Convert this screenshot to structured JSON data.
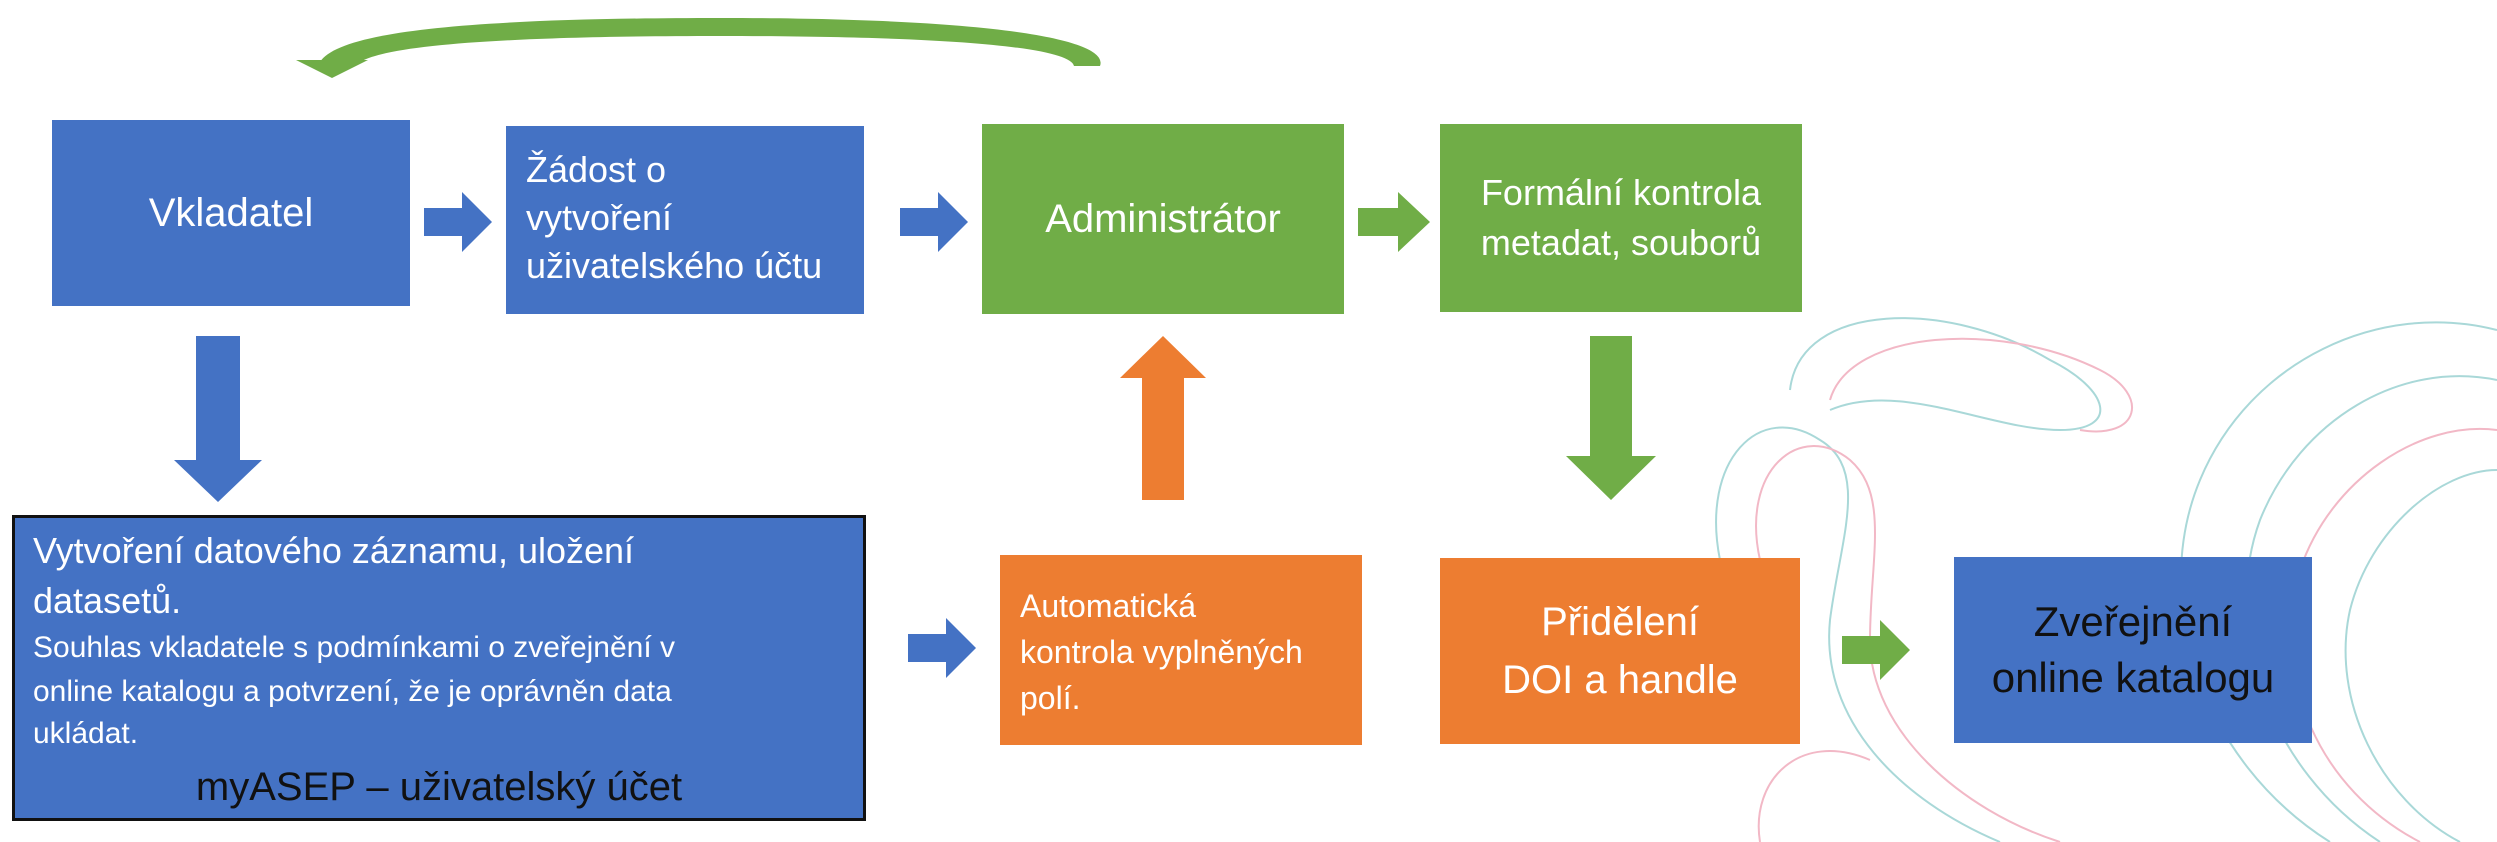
{
  "colors": {
    "blue": "#4472c4",
    "green": "#70ad47",
    "orange": "#ed7d31",
    "decor_teal": "#a9d8d8",
    "decor_pink": "#f2b8c6"
  },
  "nodes": {
    "vkladatel": {
      "label": "Vkladatel"
    },
    "zadost": {
      "lines": [
        "Žádost o",
        "vytvoření",
        "uživatelského účtu"
      ]
    },
    "administrator": {
      "label": "Administrátor"
    },
    "formalni": {
      "lines": [
        "Formální kontrola",
        "metadat, souborů"
      ]
    },
    "vytvoreni": {
      "lines": [
        "Vytvoření datového záznamu, uložení",
        "datasetů."
      ],
      "detail_lines": [
        "Souhlas vkladatele s podmínkami o zveřejnění v",
        "online katalogu a potvrzení, že je oprávněn data",
        "ukládat."
      ],
      "footer": "myASEP – uživatelský účet"
    },
    "automaticka": {
      "lines": [
        "Automatická",
        "kontrola vyplněných",
        "polí."
      ]
    },
    "prideleni": {
      "lines": [
        "Přidělení",
        "DOI a handle"
      ]
    },
    "zverejneni": {
      "lines": [
        "Zveřejnění",
        "online katalogu"
      ]
    }
  }
}
